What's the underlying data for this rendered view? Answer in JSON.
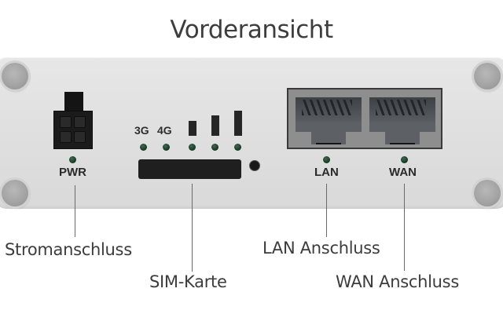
{
  "title": "Vorderansicht",
  "device": {
    "panel_labels": {
      "pwr": "PWR",
      "net_3g": "3G",
      "net_4g": "4G",
      "lan": "LAN",
      "wan": "WAN"
    },
    "icons": {
      "power_connector": "power-connector-icon",
      "signal_bars": "signal-strength-icon",
      "sim_slot": "sim-slot-icon",
      "reset_button": "reset-button-icon",
      "ethernet_ports": "rj45-port-icon",
      "led": "status-led-icon",
      "screw": "screw-icon"
    },
    "colors": {
      "panel": "#e0e0e0",
      "led": "#1d3a28",
      "connector": "#1b1b1b"
    }
  },
  "callouts": [
    {
      "label": "Stromanschluss"
    },
    {
      "label": "SIM-Karte"
    },
    {
      "label": "LAN Anschluss"
    },
    {
      "label": "WAN Anschluss"
    }
  ]
}
